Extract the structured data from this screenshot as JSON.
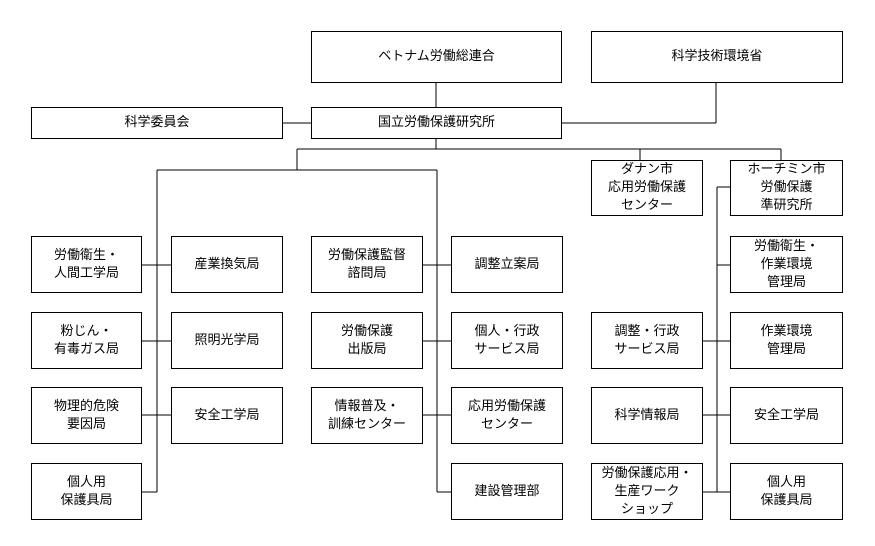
{
  "nodes": {
    "vgcl": "ベトナム労働総連合",
    "most": "科学技術環境省",
    "sci_council": "科学委員会",
    "niolp": "国立労働保護研究所",
    "danang": "ダナン市\n応用労働保護\nセンター",
    "hcmc": "ホーチミン市\n労働保護\n準研究所",
    "occ_health_ergo": "労働衛生・\n人間工学局",
    "ventilation": "産業換気局",
    "ohs_consult": "労働保護監督\n諮問局",
    "planning": "調整立案局",
    "occ_health_env_hcmc": "労働衛生・\n作業環境\n管理局",
    "dust_toxic": "粉じん・\n有毒ガス局",
    "lighting": "照明光学局",
    "publishing": "労働保護\n出版局",
    "personnel_admin": "個人・行政\nサービス局",
    "coord_admin_hcmc": "調整・行政\nサービス局",
    "work_env_hcmc": "作業環境\n管理局",
    "physical_hazard": "物理的危険\n要因局",
    "safety_eng": "安全工学局",
    "info_training": "情報普及・\n訓練センター",
    "applied_center": "応用労働保護\nセンター",
    "sci_info_hcmc": "科学情報局",
    "safety_eng_hcmc": "安全工学局",
    "ppe": "個人用\n保護具局",
    "construction": "建設管理部",
    "workshop_hcmc": "労働保護応用・\n生産ワーク\nショップ",
    "ppe_hcmc": "個人用\n保護具局"
  }
}
